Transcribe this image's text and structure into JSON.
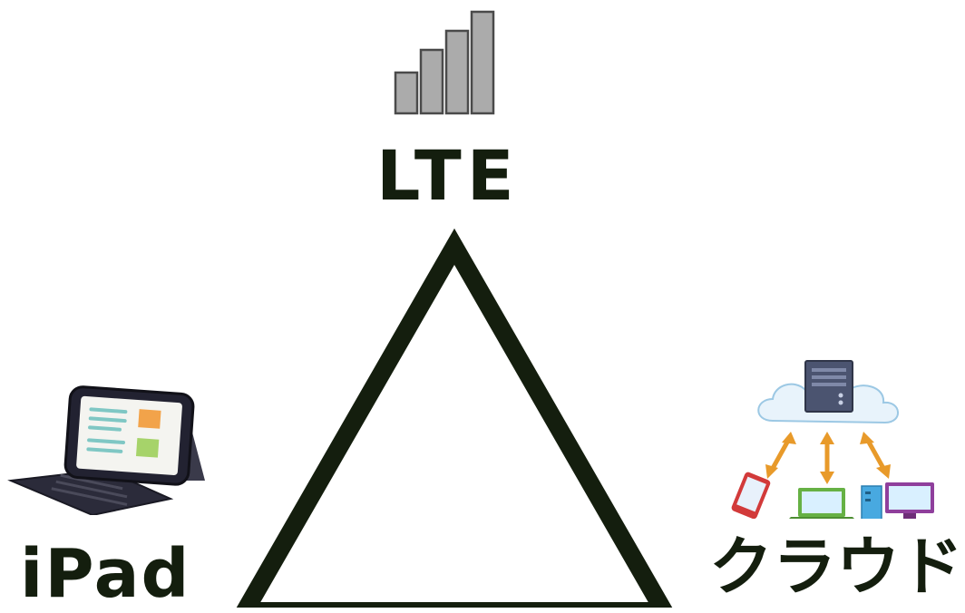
{
  "nodes": {
    "top": {
      "label": "LTE",
      "icon": "signal-strength-icon"
    },
    "left": {
      "label": "iPad",
      "icon": "tablet-with-keyboard-icon"
    },
    "right": {
      "label": "クラウド",
      "icon": "cloud-server-devices-icon"
    }
  },
  "colors": {
    "triangle_stroke": "#141e0e",
    "text": "#141e0e",
    "signal_bar_fill": "#ababab",
    "signal_bar_stroke": "#4a4a4a",
    "arrow": "#e89a2a",
    "cloud_fill": "#e8f3fb",
    "server": "#4b5470"
  }
}
